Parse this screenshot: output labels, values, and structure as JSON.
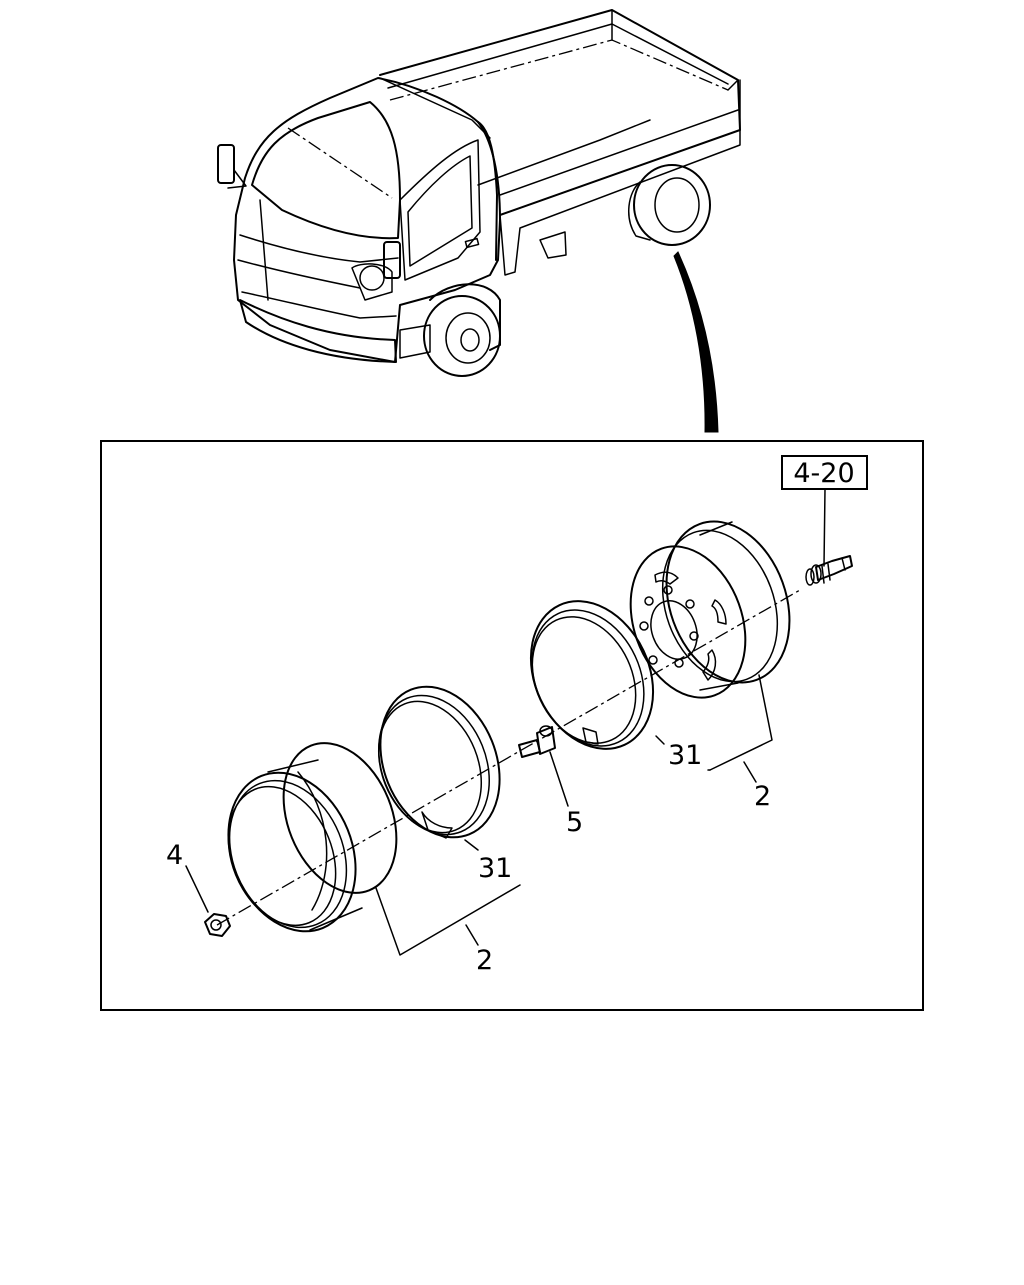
{
  "callouts": {
    "ref_box": "4-20",
    "wheel_rear": "2",
    "wheel_front": "2",
    "ring_rear": "31",
    "ring_front": "31",
    "stud": "5",
    "nut": "4"
  }
}
